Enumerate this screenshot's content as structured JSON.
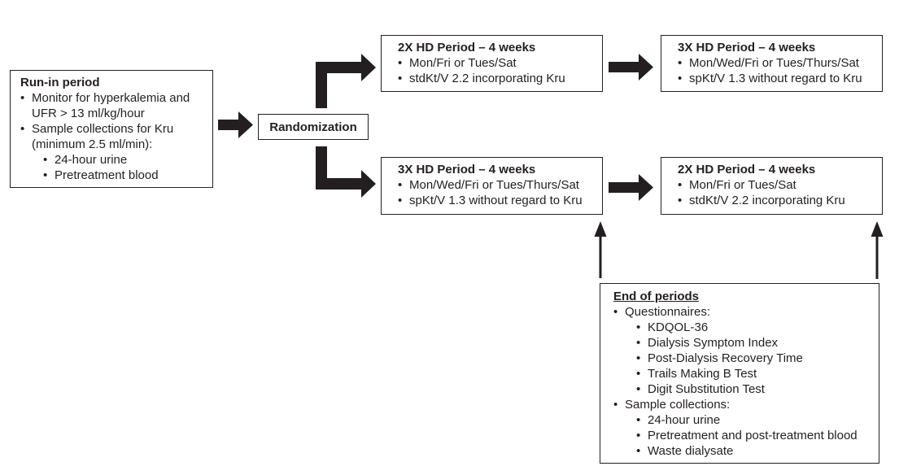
{
  "colors": {
    "ink": "#231f20",
    "background": "#ffffff"
  },
  "glyphs": {
    "bullet": "•"
  },
  "boxes": {
    "run_in": {
      "title": "Run-in period",
      "rows": [
        {
          "type": "bullet1",
          "text": "Monitor for hyperkalemia and"
        },
        {
          "type": "cont1",
          "text": "UFR > 13 ml/kg/hour"
        },
        {
          "type": "bullet1",
          "text": "Sample collections for Kru"
        },
        {
          "type": "cont1",
          "text": "(minimum 2.5 ml/min):"
        },
        {
          "type": "bullet2",
          "text": "24-hour urine"
        },
        {
          "type": "bullet2",
          "text": "Pretreatment blood"
        }
      ]
    },
    "randomization": {
      "label": "Randomization"
    },
    "seq1_period1": {
      "title": "2X HD Period – 4 weeks",
      "bullets": [
        "Mon/Fri or Tues/Sat",
        "stdKt/V 2.2 incorporating Kru"
      ]
    },
    "seq1_period2": {
      "title": "3X HD Period – 4 weeks",
      "bullets": [
        "Mon/Wed/Fri or Tues/Thurs/Sat",
        "spKt/V 1.3 without regard to Kru"
      ]
    },
    "seq2_period1": {
      "title": "3X HD Period – 4 weeks",
      "bullets": [
        "Mon/Wed/Fri or Tues/Thurs/Sat",
        "spKt/V 1.3 without regard to Kru"
      ]
    },
    "seq2_period2": {
      "title": "2X HD Period – 4 weeks",
      "bullets": [
        "Mon/Fri or Tues/Sat",
        "stdKt/V 2.2 incorporating Kru"
      ]
    },
    "end_of_periods": {
      "title": "End of periods",
      "rows": [
        {
          "type": "bullet1",
          "text": "Questionnaires:"
        },
        {
          "type": "bullet2",
          "text": "KDQOL-36"
        },
        {
          "type": "bullet2",
          "text": "Dialysis Symptom Index"
        },
        {
          "type": "bullet2",
          "text": "Post-Dialysis Recovery Time"
        },
        {
          "type": "bullet2",
          "text": "Trails Making B Test"
        },
        {
          "type": "bullet2",
          "text": "Digit Substitution Test"
        },
        {
          "type": "bullet1",
          "text": "Sample collections:"
        },
        {
          "type": "bullet2",
          "text": "24-hour urine"
        },
        {
          "type": "bullet2",
          "text": "Pretreatment and post-treatment blood"
        },
        {
          "type": "bullet2",
          "text": "Waste dialysate"
        }
      ]
    }
  },
  "arrows": [
    "arrow-run-in-to-randomization",
    "arrow-randomization-to-seq1",
    "arrow-randomization-to-seq2",
    "arrow-seq1-p1-to-p2",
    "arrow-seq2-p1-to-p2",
    "arrow-end-periods-to-seq2-p1",
    "arrow-end-periods-to-seq2-p2"
  ]
}
